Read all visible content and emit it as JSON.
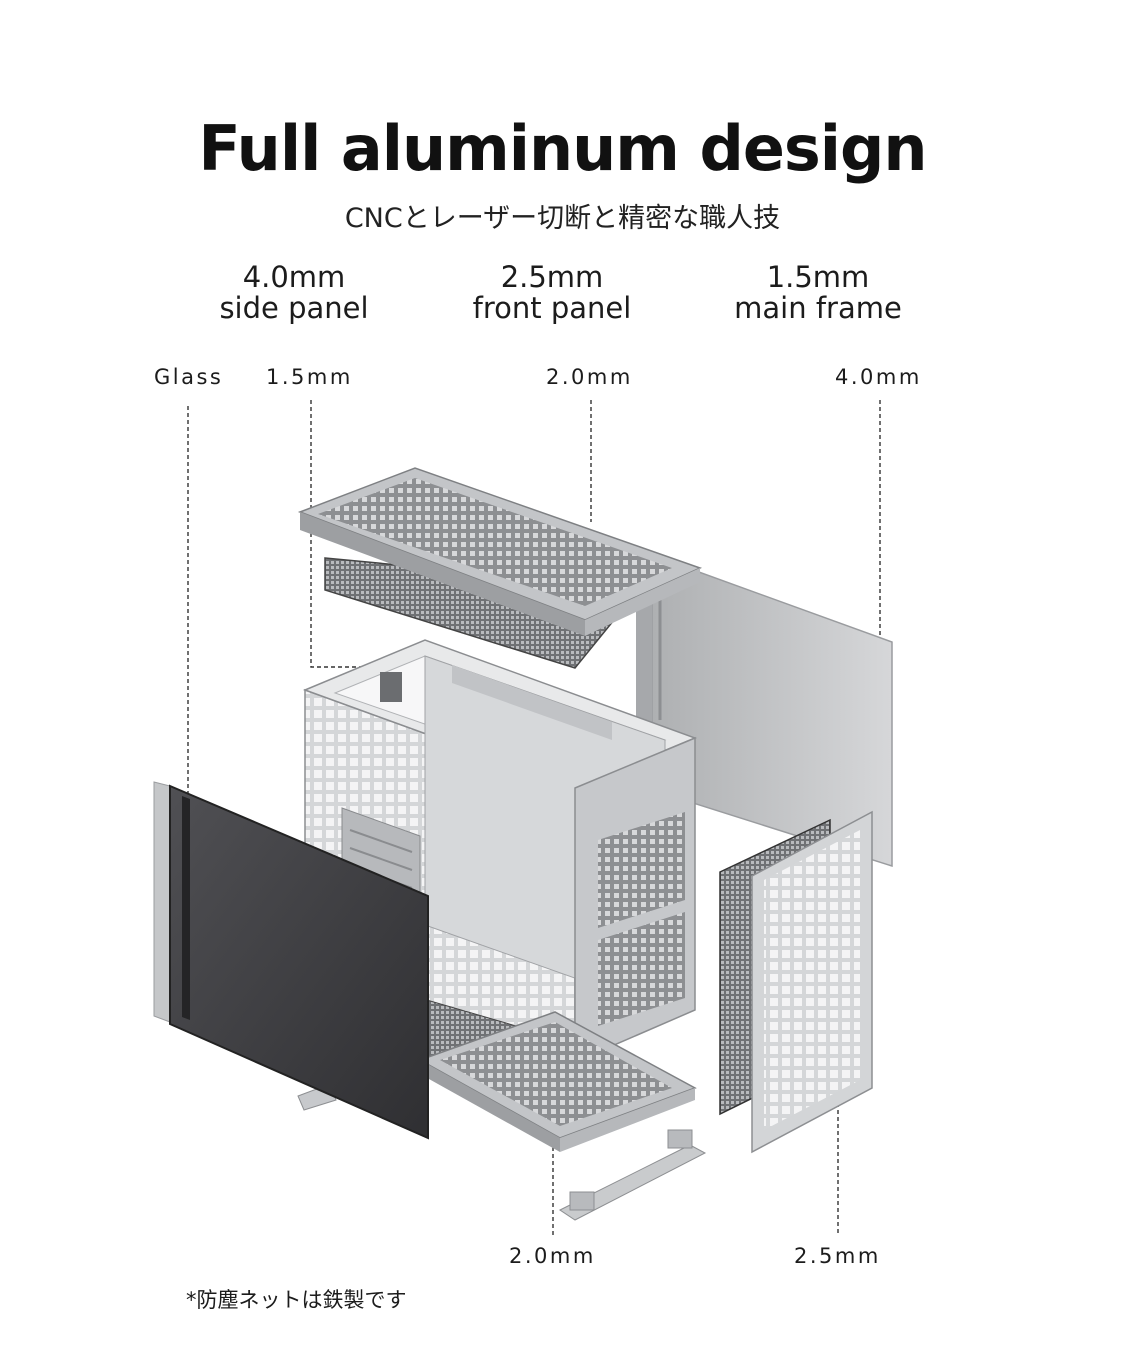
{
  "header": {
    "title": "Full aluminum design",
    "subtitle": "CNCとレーザー切断と精密な職人技"
  },
  "specs": [
    {
      "value": "4.0mm",
      "label": "side panel"
    },
    {
      "value": "2.5mm",
      "label": "front panel"
    },
    {
      "value": "1.5mm",
      "label": "main frame"
    }
  ],
  "callouts": {
    "glass": "Glass",
    "top_left": "1.5mm",
    "top_center": "2.0mm",
    "top_right": "4.0mm",
    "bottom_center": "2.0mm",
    "bottom_right": "2.5mm"
  },
  "footnote": "*防塵ネットは鉄製です",
  "colors": {
    "background": "#ffffff",
    "text": "#1a1a1a",
    "aluminum": "#c9cbcd",
    "glass": "#3a3a3c"
  }
}
